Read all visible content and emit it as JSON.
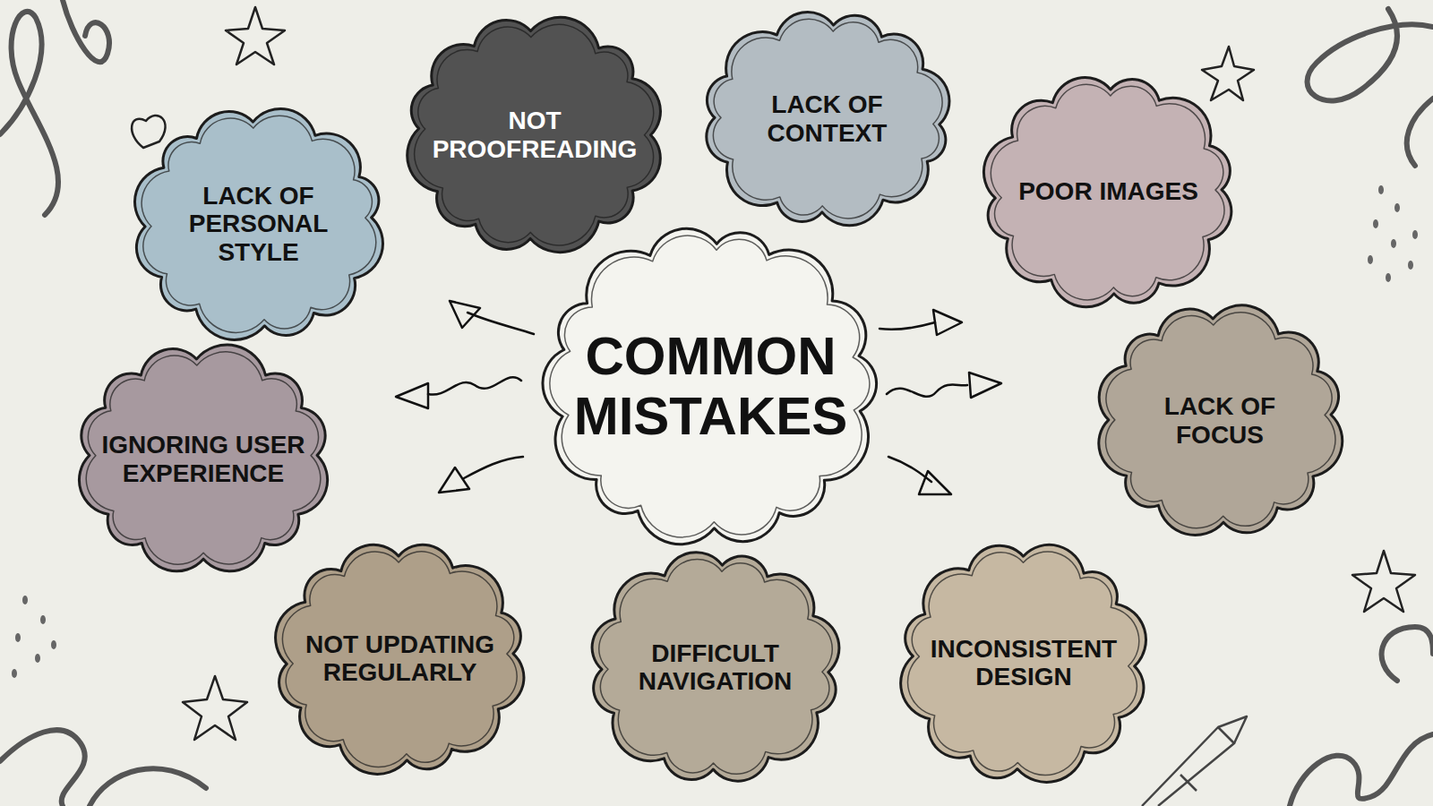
{
  "diagram": {
    "nodes": [
      {
        "text": [
          "COMMON MISTAKES"
        ]
      },
      {
        "text": [
          "LACK OF PERSONAL STYLE"
        ]
      },
      {
        "text": [
          "NOT PROOFREADING"
        ]
      },
      {
        "text": [
          "LACK OF CONTEXT"
        ]
      },
      {
        "text": [
          "POOR IMAGES"
        ]
      },
      {
        "text": [
          "LACK OF FOCUS"
        ]
      },
      {
        "text": [
          "INCONSISTENT DESIGN"
        ]
      },
      {
        "text": [
          "DIFFICULT NAVIGATION"
        ]
      },
      {
        "text": [
          "NOT UPDATING REGULARLY"
        ]
      },
      {
        "text": [
          "IGNORING USER EXPERIENCE"
        ]
      }
    ]
  }
}
